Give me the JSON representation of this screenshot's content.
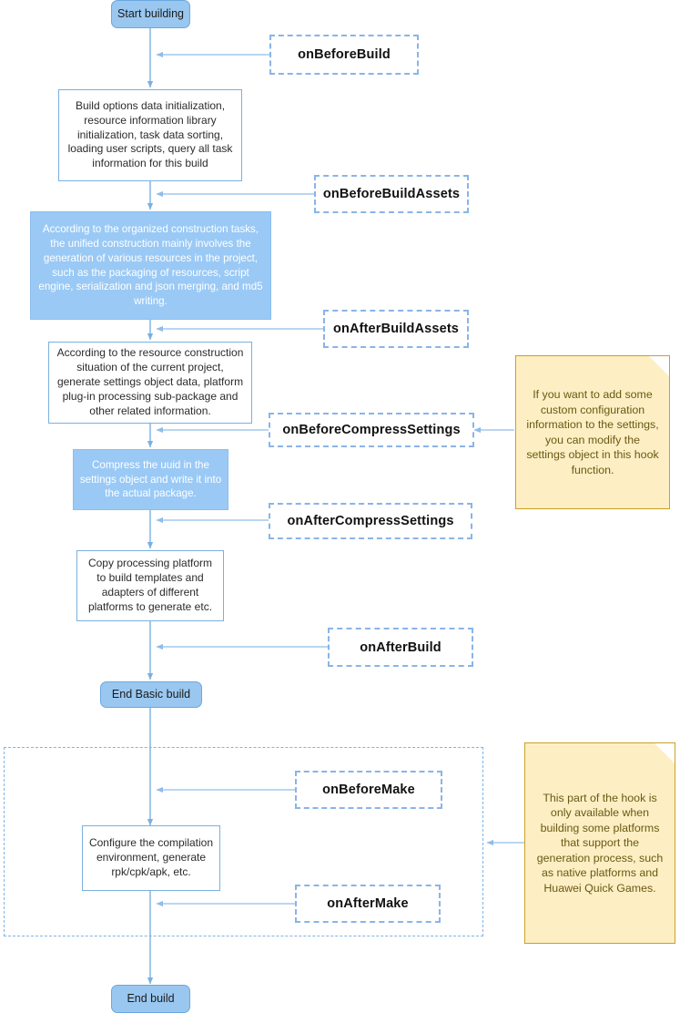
{
  "diagram": {
    "title": "Cocos build process hook flowchart",
    "colors": {
      "accent_blue": "#9ac7f0",
      "line_blue": "#7ab0e0",
      "hook_border": "#8ab4e8",
      "note_fill": "#fdeec4",
      "note_border": "#c9a227",
      "note_text": "#6b5a12"
    }
  },
  "nodes": {
    "start": {
      "label": "Start building"
    },
    "build_options": {
      "label": "Build options data initialization, resource information library initialization, task data sorting, loading user scripts, query all task information for this build"
    },
    "build_assets": {
      "label": "According to the organized construction tasks, the unified construction mainly involves the generation of various resources in the project, such as the packaging of resources, script engine, serialization and json merging, and md5 writing."
    },
    "settings_generate": {
      "label": "According to the resource construction situation of the current project, generate settings object data, platform plug-in processing sub-package and other related information."
    },
    "compress_settings": {
      "label": "Compress the uuid in the settings object and write it into the actual package."
    },
    "copy_platform": {
      "label": "Copy processing platform to build templates and adapters of different platforms to generate etc."
    },
    "end_basic_build": {
      "label": "End Basic build"
    },
    "configure_compilation": {
      "label": "Configure the compilation environment, generate rpk/cpk/apk, etc."
    },
    "end_build": {
      "label": "End build"
    }
  },
  "hooks": [
    {
      "id": "on-before-build",
      "label": "onBeforeBuild"
    },
    {
      "id": "on-before-build-assets",
      "label": "onBeforeBuildAssets"
    },
    {
      "id": "on-after-build-assets",
      "label": "onAfterBuildAssets"
    },
    {
      "id": "on-before-compress-settings",
      "label": "onBeforeCompressSettings"
    },
    {
      "id": "on-after-compress-settings",
      "label": "onAfterCompressSettings"
    },
    {
      "id": "on-after-build",
      "label": "onAfterBuild"
    },
    {
      "id": "on-before-make",
      "label": "onBeforeMake"
    },
    {
      "id": "on-after-make",
      "label": "onAfterMake"
    }
  ],
  "notes": [
    {
      "id": "settings-hook-note",
      "label": "If you want to add some custom configuration information to the settings, you can modify the settings object in this hook function."
    },
    {
      "id": "make-hook-note",
      "label": "This part of the hook is only available when building some platforms that support the generation process, such as native platforms and Huawei Quick Games."
    }
  ]
}
